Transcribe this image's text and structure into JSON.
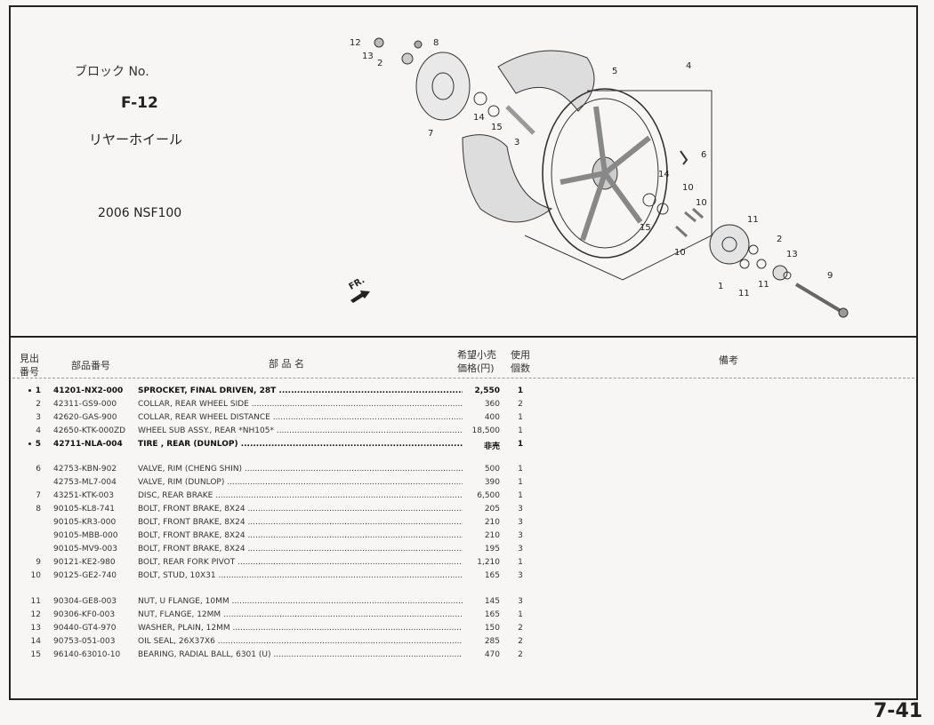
{
  "header": {
    "block_label": "ブロック No.",
    "block_no": "F-12",
    "title": "リヤーホイール",
    "model": "2006 NSF100"
  },
  "diagram": {
    "callouts": [
      "12",
      "8",
      "13",
      "2",
      "5",
      "4",
      "7",
      "14",
      "15",
      "3",
      "6",
      "14",
      "10",
      "10",
      "15",
      "10",
      "11",
      "2",
      "13",
      "1",
      "11",
      "11",
      "9"
    ],
    "direction_label": "FR."
  },
  "table": {
    "headers": {
      "ref": "見出\n番号",
      "part_no": "部品番号",
      "name": "部 品 名",
      "price": "希望小売\n価格(円)",
      "qty": "使用\n個数",
      "notes": "備考"
    },
    "rows": [
      {
        "ref": "1",
        "part_no": "41201-NX2-000",
        "name": "SPROCKET, FINAL DRIVEN, 28T",
        "price": "2,550",
        "qty": "1",
        "bold": true,
        "mark": true
      },
      {
        "ref": "2",
        "part_no": "42311-GS9-000",
        "name": "COLLAR, REAR WHEEL SIDE",
        "price": "360",
        "qty": "2"
      },
      {
        "ref": "3",
        "part_no": "42620-GAS-900",
        "name": "COLLAR, REAR WHEEL DISTANCE",
        "price": "400",
        "qty": "1"
      },
      {
        "ref": "4",
        "part_no": "42650-KTK-000ZD",
        "name": "WHEEL SUB ASSY., REAR *NH105*",
        "price": "18,500",
        "qty": "1"
      },
      {
        "ref": "5",
        "part_no": "42711-NLA-004",
        "name": "TIRE , REAR (DUNLOP)",
        "price": "非売",
        "qty": "1",
        "bold": true,
        "mark": true
      },
      {
        "ref": "6",
        "part_no": "42753-KBN-902",
        "name": "VALVE, RIM (CHENG SHIN)",
        "price": "500",
        "qty": "1"
      },
      {
        "ref": "",
        "part_no": "42753-ML7-004",
        "name": "VALVE, RIM (DUNLOP)",
        "price": "390",
        "qty": "1"
      },
      {
        "ref": "7",
        "part_no": "43251-KTK-003",
        "name": "DISC, REAR BRAKE",
        "price": "6,500",
        "qty": "1"
      },
      {
        "ref": "8",
        "part_no": "90105-KL8-741",
        "name": "BOLT, FRONT BRAKE, 8X24",
        "price": "205",
        "qty": "3"
      },
      {
        "ref": "",
        "part_no": "90105-KR3-000",
        "name": "BOLT, FRONT BRAKE, 8X24",
        "price": "210",
        "qty": "3"
      },
      {
        "ref": "",
        "part_no": "90105-MBB-000",
        "name": "BOLT, FRONT BRAKE, 8X24",
        "price": "210",
        "qty": "3"
      },
      {
        "ref": "",
        "part_no": "90105-MV9-003",
        "name": "BOLT, FRONT BRAKE, 8X24",
        "price": "195",
        "qty": "3"
      },
      {
        "ref": "9",
        "part_no": "90121-KE2-980",
        "name": "BOLT, REAR FORK PIVOT",
        "price": "1,210",
        "qty": "1"
      },
      {
        "ref": "10",
        "part_no": "90125-GE2-740",
        "name": "BOLT, STUD, 10X31",
        "price": "165",
        "qty": "3"
      },
      {
        "ref": "11",
        "part_no": "90304-GE8-003",
        "name": "NUT, U FLANGE, 10MM",
        "price": "145",
        "qty": "3"
      },
      {
        "ref": "12",
        "part_no": "90306-KF0-003",
        "name": "NUT, FLANGE, 12MM",
        "price": "165",
        "qty": "1"
      },
      {
        "ref": "13",
        "part_no": "90440-GT4-970",
        "name": "WASHER, PLAIN, 12MM",
        "price": "150",
        "qty": "2"
      },
      {
        "ref": "14",
        "part_no": "90753-051-003",
        "name": "OIL SEAL, 26X37X6",
        "price": "285",
        "qty": "2"
      },
      {
        "ref": "15",
        "part_no": "96140-63010-10",
        "name": "BEARING, RADIAL BALL, 6301 (U)",
        "price": "470",
        "qty": "2"
      }
    ]
  },
  "page_number": "7-41"
}
